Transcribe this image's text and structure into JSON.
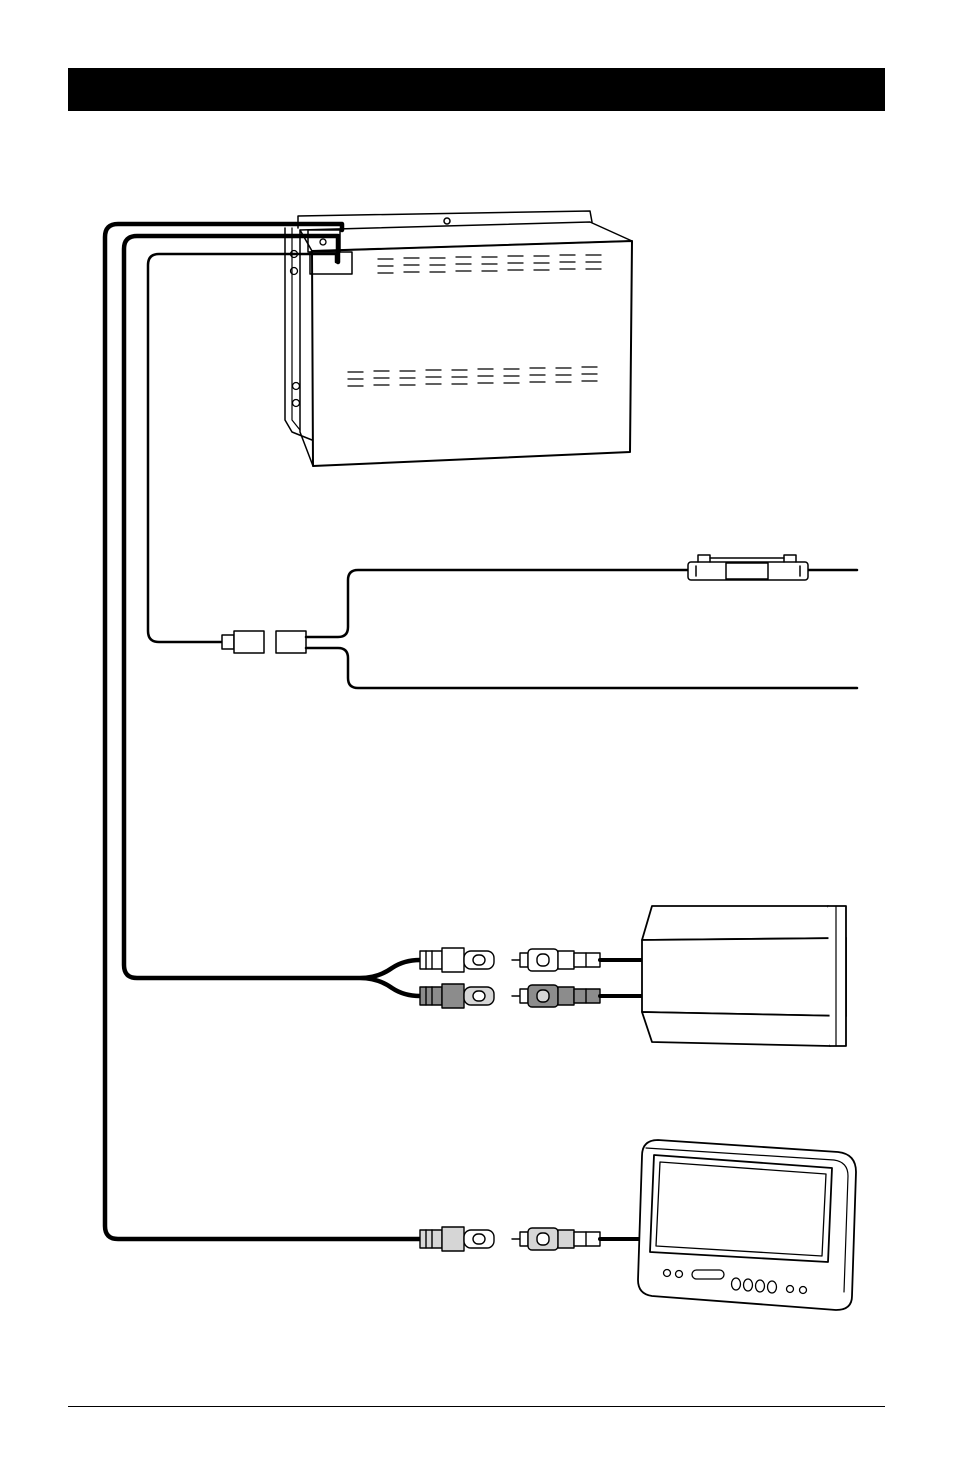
{
  "header": {
    "title_bar_color": "#000000"
  },
  "diagram": {
    "components": [
      {
        "name": "main-unit",
        "icon": "head-unit-chassis"
      },
      {
        "name": "inline-fuse",
        "icon": "inline-fuse-holder"
      },
      {
        "name": "av-source-box",
        "icon": "external-av-source"
      },
      {
        "name": "monitor",
        "icon": "lcd-monitor"
      }
    ],
    "rca_colors": {
      "white": "#ffffff",
      "gray": "#8c8c8c",
      "light": "#d6d6d6"
    }
  }
}
